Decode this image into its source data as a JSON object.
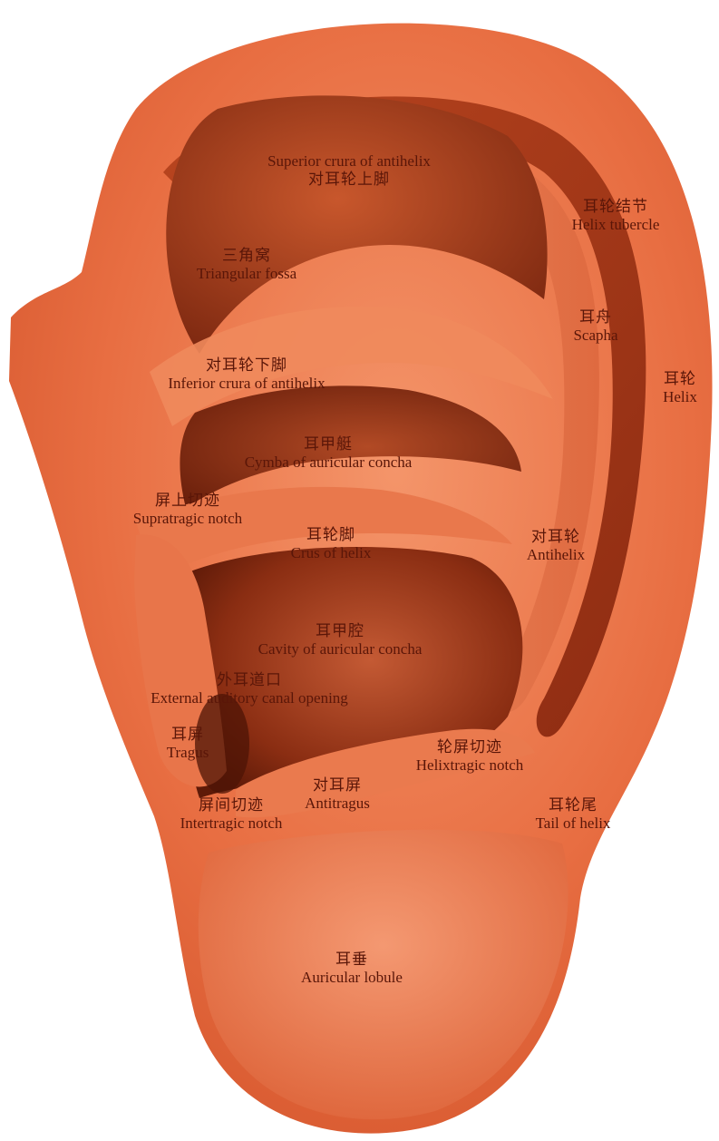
{
  "labels": {
    "superior_crura": {
      "zh": "对耳轮上脚",
      "en": "Superior crura of antihelix"
    },
    "helix_tubercle": {
      "zh": "耳轮结节",
      "en": "Helix tubercle"
    },
    "triangular_fossa": {
      "zh": "三角窝",
      "en": "Triangular fossa"
    },
    "scapha": {
      "zh": "耳舟",
      "en": "Scapha"
    },
    "helix": {
      "zh": "耳轮",
      "en": "Helix"
    },
    "inferior_crura": {
      "zh": "对耳轮下脚",
      "en": "Inferior crura of antihelix"
    },
    "cymba": {
      "zh": "耳甲艇",
      "en": "Cymba of auricular concha"
    },
    "supratragic_notch": {
      "zh": "屏上切迹",
      "en": "Supratragic notch"
    },
    "crus_of_helix": {
      "zh": "耳轮脚",
      "en": "Crus of helix"
    },
    "antihelix": {
      "zh": "对耳轮",
      "en": "Antihelix"
    },
    "cavity_concha": {
      "zh": "耳甲腔",
      "en": "Cavity of auricular concha"
    },
    "external_canal": {
      "zh": "外耳道口",
      "en": "External auditory canal opening"
    },
    "tragus": {
      "zh": "耳屏",
      "en": "Tragus"
    },
    "helixtragic_notch": {
      "zh": "轮屏切迹",
      "en": "Helixtragic notch"
    },
    "antitragus": {
      "zh": "对耳屏",
      "en": "Antitragus"
    },
    "intertragic_notch": {
      "zh": "屏间切迹",
      "en": "Intertragic notch"
    },
    "tail_of_helix": {
      "zh": "耳轮尾",
      "en": "Tail of helix"
    },
    "lobule": {
      "zh": "耳垂",
      "en": "Auricular lobule"
    }
  },
  "colors": {
    "skin_light": "#f08a5c",
    "skin_mid": "#e0663a",
    "skin_dark": "#a8391d",
    "cavity_dark": "#6e1e0c",
    "label_text": "#5a1608"
  }
}
